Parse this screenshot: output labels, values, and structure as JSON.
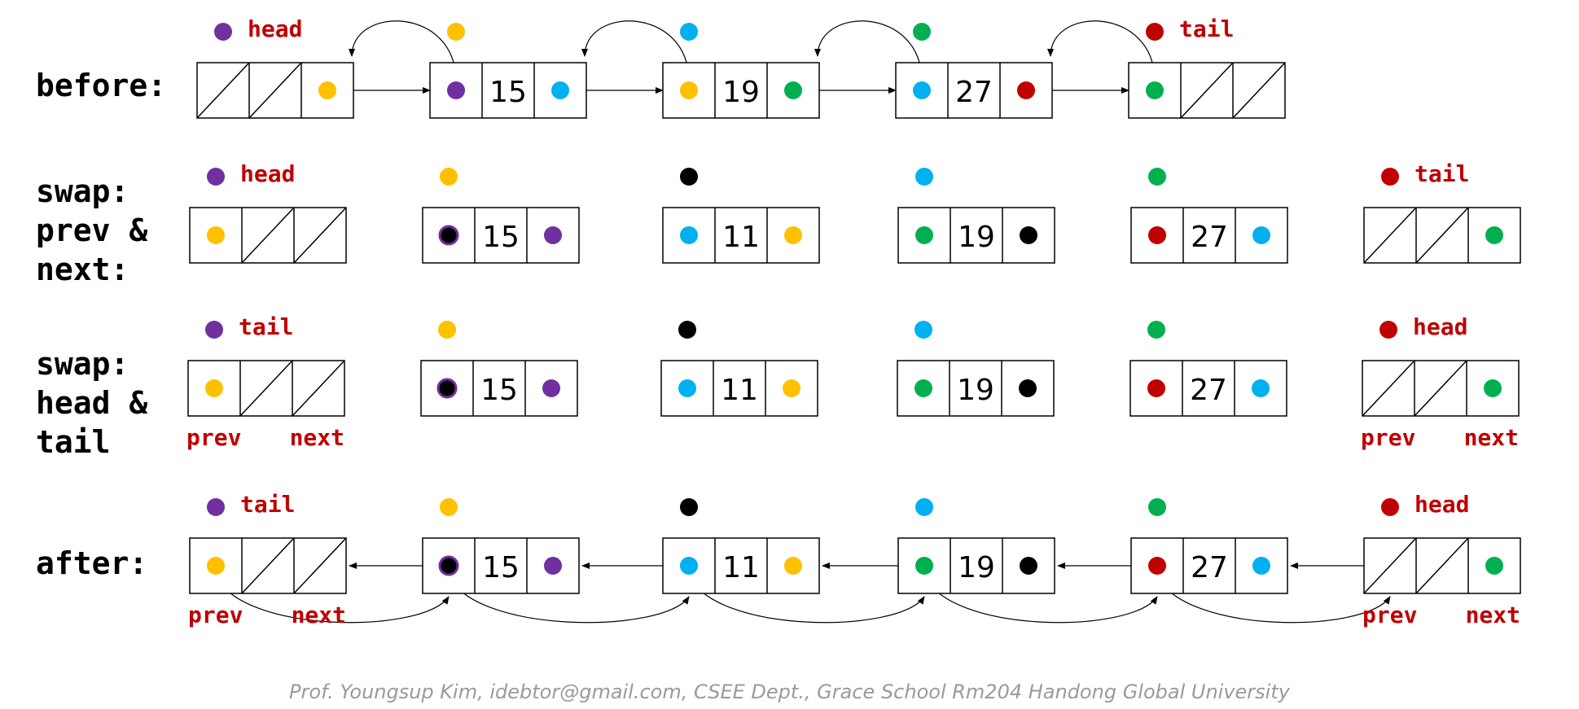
{
  "colors": {
    "purple": "#7030a0",
    "yellow": "#ffc000",
    "blue": "#00b0f0",
    "green": "#00b050",
    "red": "#c00000",
    "black": "#000000",
    "label_red": "#c00000"
  },
  "rows": [
    {
      "label_lines": [
        "before:"
      ],
      "nodes": [
        {
          "top_dot": "purple",
          "top_label": "head",
          "prev": "slash",
          "value": "slash",
          "next": "yellow"
        },
        {
          "top_dot": "yellow",
          "top_label": "",
          "prev": "purple",
          "value": "15",
          "next": "blue"
        },
        {
          "top_dot": "blue",
          "top_label": "",
          "prev": "yellow",
          "value": "19",
          "next": "green"
        },
        {
          "top_dot": "green",
          "top_label": "",
          "prev": "blue",
          "value": "27",
          "next": "red"
        },
        {
          "top_dot": "red",
          "top_label": "tail",
          "prev": "green",
          "value": "slash",
          "next": "slash"
        }
      ],
      "bottom_labels": []
    },
    {
      "label_lines": [
        "swap:",
        "prev &",
        "next:"
      ],
      "nodes": [
        {
          "top_dot": "purple",
          "top_label": "head",
          "prev": "yellow",
          "value": "slash",
          "next": "slash"
        },
        {
          "top_dot": "yellow",
          "top_label": "",
          "prev": "black-ring",
          "value": "15",
          "next": "purple"
        },
        {
          "top_dot": "black",
          "top_label": "",
          "prev": "blue",
          "value": "11",
          "next": "yellow"
        },
        {
          "top_dot": "blue",
          "top_label": "",
          "prev": "green",
          "value": "19",
          "next": "black"
        },
        {
          "top_dot": "green",
          "top_label": "",
          "prev": "red",
          "value": "27",
          "next": "blue"
        },
        {
          "top_dot": "red",
          "top_label": "tail",
          "prev": "slash",
          "value": "slash",
          "next": "green"
        }
      ],
      "bottom_labels": []
    },
    {
      "label_lines": [
        "swap:",
        "head &",
        "tail"
      ],
      "nodes": [
        {
          "top_dot": "purple",
          "top_label": "tail",
          "prev": "yellow",
          "value": "slash",
          "next": "slash"
        },
        {
          "top_dot": "yellow",
          "top_label": "",
          "prev": "black-ring",
          "value": "15",
          "next": "purple"
        },
        {
          "top_dot": "black",
          "top_label": "",
          "prev": "blue",
          "value": "11",
          "next": "yellow"
        },
        {
          "top_dot": "blue",
          "top_label": "",
          "prev": "green",
          "value": "19",
          "next": "black"
        },
        {
          "top_dot": "green",
          "top_label": "",
          "prev": "red",
          "value": "27",
          "next": "blue"
        },
        {
          "top_dot": "red",
          "top_label": "head",
          "prev": "slash",
          "value": "slash",
          "next": "green"
        }
      ],
      "bottom_labels": [
        {
          "node": 0,
          "prev": "prev",
          "next": "next"
        },
        {
          "node": 5,
          "prev": "prev",
          "next": "next"
        }
      ]
    },
    {
      "label_lines": [
        "after:"
      ],
      "nodes": [
        {
          "top_dot": "purple",
          "top_label": "tail",
          "prev": "yellow",
          "value": "slash",
          "next": "slash"
        },
        {
          "top_dot": "yellow",
          "top_label": "",
          "prev": "black-ring",
          "value": "15",
          "next": "purple"
        },
        {
          "top_dot": "black",
          "top_label": "",
          "prev": "blue",
          "value": "11",
          "next": "yellow"
        },
        {
          "top_dot": "blue",
          "top_label": "",
          "prev": "green",
          "value": "19",
          "next": "black"
        },
        {
          "top_dot": "green",
          "top_label": "",
          "prev": "red",
          "value": "27",
          "next": "blue"
        },
        {
          "top_dot": "red",
          "top_label": "head",
          "prev": "slash",
          "value": "slash",
          "next": "green"
        }
      ],
      "bottom_labels": [
        {
          "node": 0,
          "prev": "prev",
          "next": "next"
        },
        {
          "node": 5,
          "prev": "prev",
          "next": "next"
        }
      ]
    }
  ],
  "footer": "Prof. Youngsup Kim, idebtor@gmail.com, CSEE Dept., Grace School Rm204 Handong Global University"
}
